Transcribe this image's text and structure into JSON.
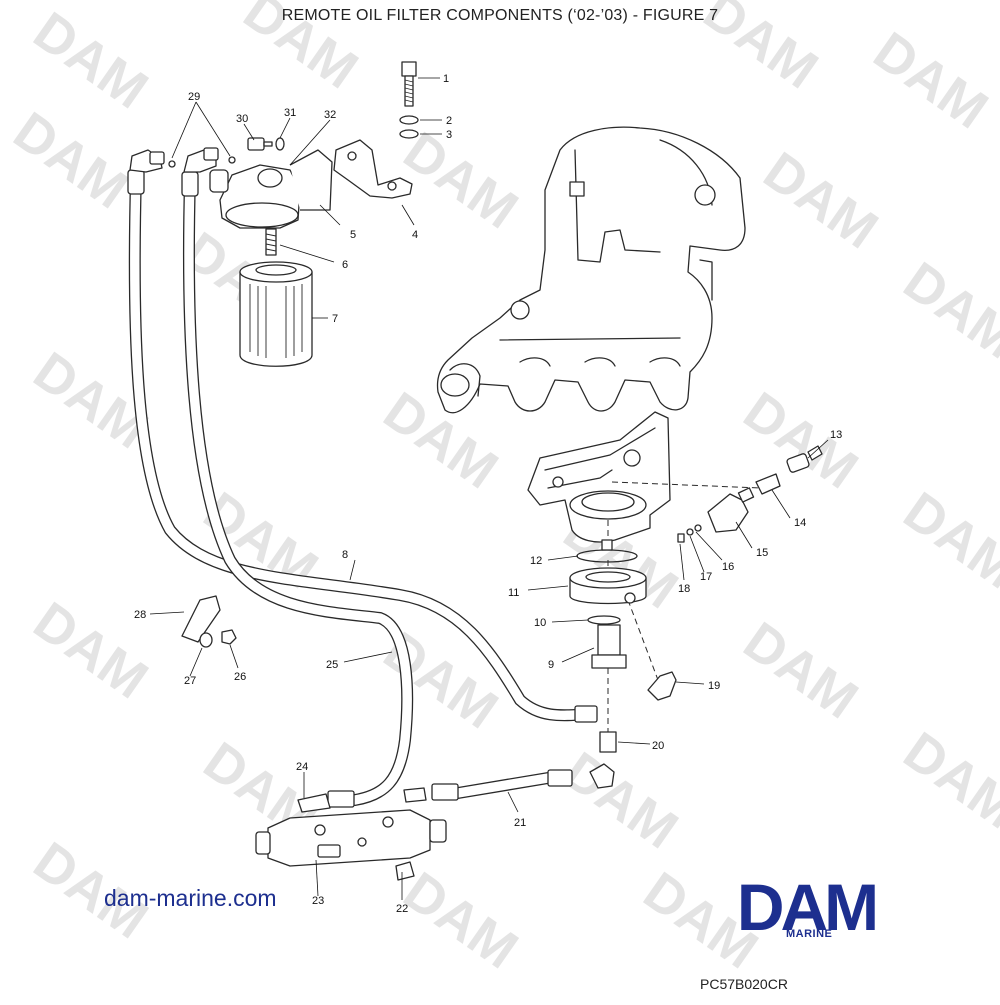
{
  "title": "REMOTE OIL FILTER COMPONENTS (‘02-’03) - FIGURE 7",
  "website": "dam-marine.com",
  "logo": {
    "text": "DAM",
    "subtext": "MARINE",
    "color": "#1d2f8f"
  },
  "drawing_code": "PC57B020CR",
  "watermark_text": "DAM",
  "callouts": [
    "1",
    "2",
    "3",
    "4",
    "5",
    "6",
    "7",
    "8",
    "9",
    "10",
    "11",
    "12",
    "13",
    "14",
    "15",
    "16",
    "17",
    "18",
    "19",
    "20",
    "21",
    "22",
    "23",
    "24",
    "25",
    "26",
    "27",
    "28",
    "29",
    "30",
    "31",
    "32"
  ]
}
